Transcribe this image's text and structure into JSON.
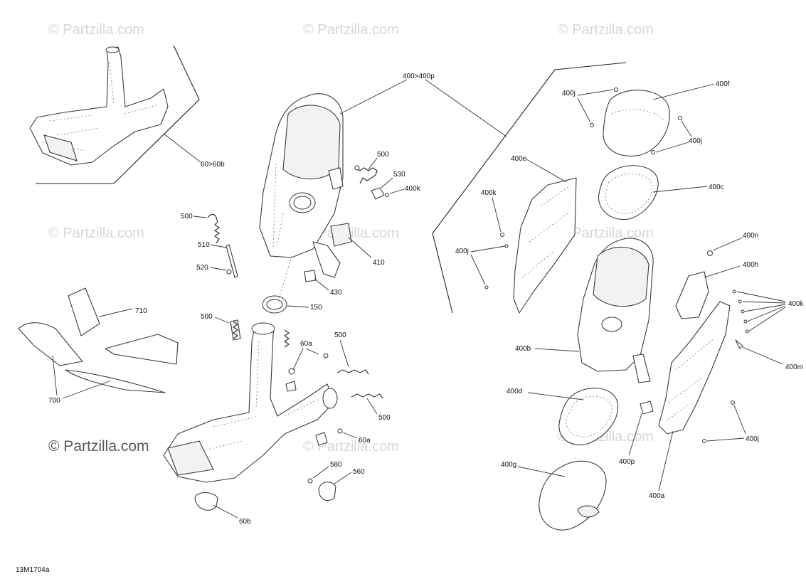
{
  "watermark": "© Partzilla.com",
  "drawing_ref": "13M1704a",
  "callouts": {
    "c60_60b": "60>60b",
    "c400_400p": "400>400p",
    "c400f": "400f",
    "c400j_a": "400j",
    "c400j_b": "400j",
    "c400j_c": "400j",
    "c400j_d": "400j",
    "c400e": "400e",
    "c400c": "400c",
    "c400k_a": "400k",
    "c400k_b": "400k",
    "c400k_c": "400k",
    "c400n": "400n",
    "c400h": "400h",
    "c400b": "400b",
    "c400m": "400m",
    "c400d": "400d",
    "c400p": "400p",
    "c400g": "400g",
    "c400a": "400a",
    "c500_a": "500",
    "c500_b": "500",
    "c500_c": "500",
    "c500_d": "500",
    "c500_e": "500",
    "c530": "530",
    "c510": "510",
    "c520": "520",
    "c410": "410",
    "c430": "430",
    "c150": "150",
    "c710": "710",
    "c700": "700",
    "c60a_a": "60a",
    "c60a_b": "60a",
    "c60b": "60b",
    "c580": "580",
    "c560": "560"
  }
}
